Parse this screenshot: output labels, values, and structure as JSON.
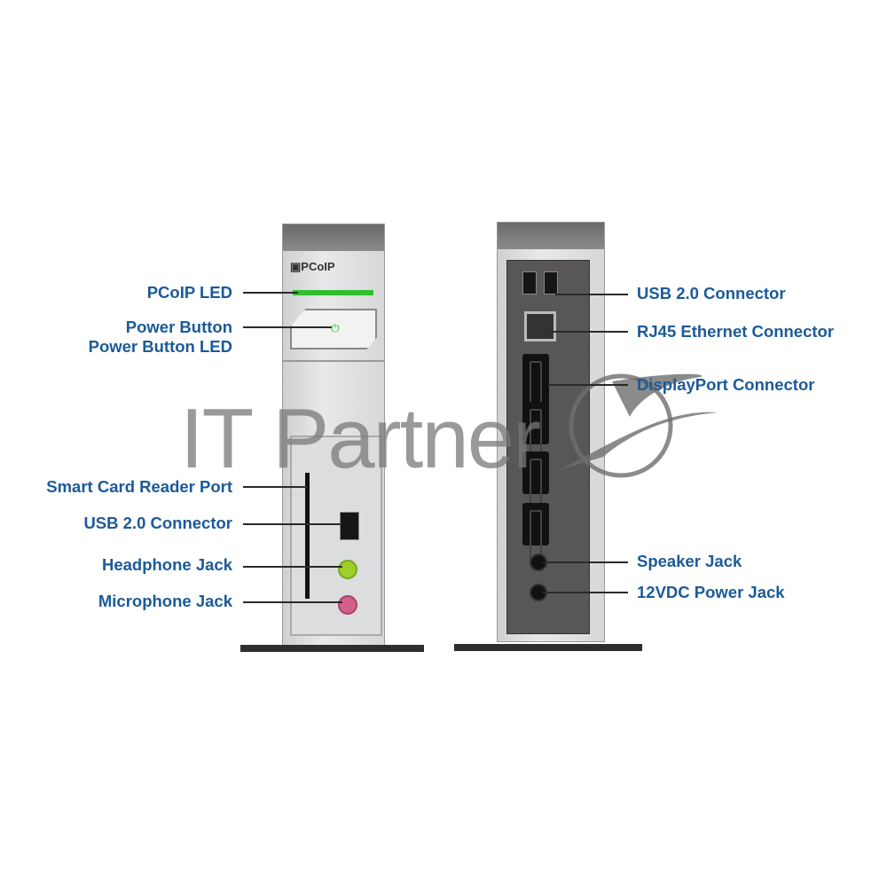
{
  "front": {
    "brand": "PCoIP",
    "labels": {
      "pcoip_led": "PCoIP LED",
      "power_button": "Power Button",
      "power_button_led": "Power Button LED",
      "smart_card": "Smart Card Reader Port",
      "usb": "USB 2.0 Connector",
      "headphone": "Headphone Jack",
      "microphone": "Microphone Jack"
    }
  },
  "back": {
    "labels": {
      "usb": "USB 2.0 Connector",
      "rj45": "RJ45 Ethernet Connector",
      "displayport": "DisplayPort Connector",
      "speaker": "Speaker Jack",
      "power": "12VDC Power Jack"
    }
  },
  "watermark": "IT Partner",
  "colors": {
    "label": "#1c5a98",
    "led": "#2fbf2f"
  }
}
